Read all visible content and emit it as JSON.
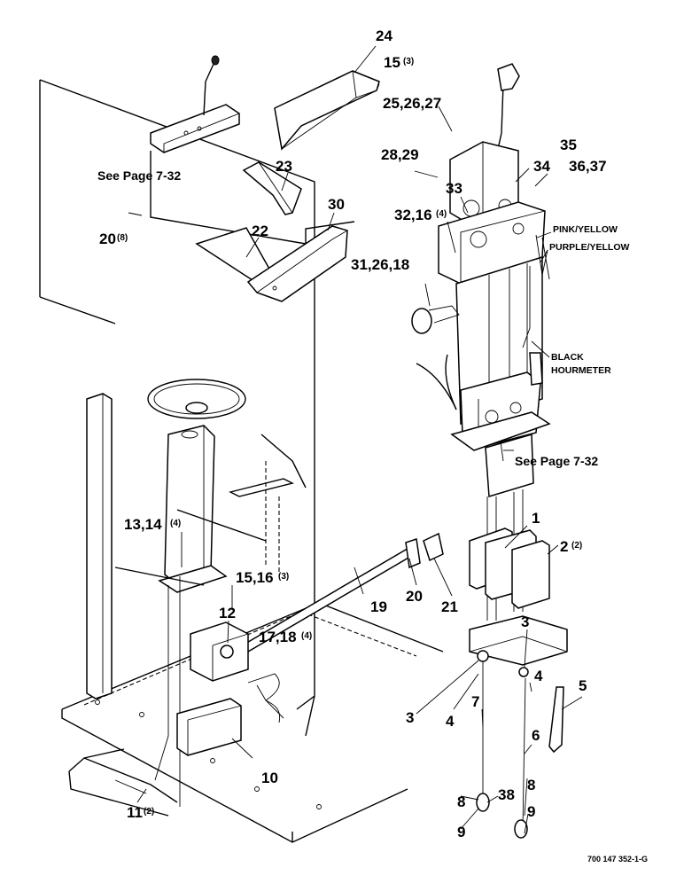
{
  "diagram": {
    "callouts": [
      {
        "id": "c24",
        "text": "24"
      },
      {
        "id": "c15a",
        "text": "15",
        "qty": "(3)"
      },
      {
        "id": "c25",
        "text": "25,26,27"
      },
      {
        "id": "c35",
        "text": "35"
      },
      {
        "id": "c28",
        "text": "28,29"
      },
      {
        "id": "c34",
        "text": "34"
      },
      {
        "id": "c36",
        "text": "36,37"
      },
      {
        "id": "c23",
        "text": "23"
      },
      {
        "id": "c33",
        "text": "33"
      },
      {
        "id": "c30",
        "text": "30"
      },
      {
        "id": "c32",
        "text": "32,16",
        "qty": "(4)"
      },
      {
        "id": "c20a",
        "text": "20",
        "qty": "(8)"
      },
      {
        "id": "c22",
        "text": "22"
      },
      {
        "id": "c31",
        "text": "31,26,18"
      },
      {
        "id": "c1",
        "text": "1"
      },
      {
        "id": "c13",
        "text": "13,14",
        "qty": "(4)"
      },
      {
        "id": "c2",
        "text": "2",
        "qty": "(2)"
      },
      {
        "id": "c15b",
        "text": "15,16",
        "qty": "(3)"
      },
      {
        "id": "c20b",
        "text": "20"
      },
      {
        "id": "c21",
        "text": "21"
      },
      {
        "id": "c19",
        "text": "19"
      },
      {
        "id": "c12",
        "text": "12"
      },
      {
        "id": "c3a",
        "text": "3"
      },
      {
        "id": "c17",
        "text": "17,18",
        "qty": "(4)"
      },
      {
        "id": "c4a",
        "text": "4"
      },
      {
        "id": "c5",
        "text": "5"
      },
      {
        "id": "c3b",
        "text": "3"
      },
      {
        "id": "c7",
        "text": "7"
      },
      {
        "id": "c4b",
        "text": "4"
      },
      {
        "id": "c6",
        "text": "6"
      },
      {
        "id": "c10",
        "text": "10"
      },
      {
        "id": "c8a",
        "text": "8"
      },
      {
        "id": "c38",
        "text": "38"
      },
      {
        "id": "c8b",
        "text": "8"
      },
      {
        "id": "c11",
        "text": "11",
        "qty": "(2)"
      },
      {
        "id": "c9a",
        "text": "9"
      },
      {
        "id": "c9b",
        "text": "9"
      }
    ],
    "page_refs": [
      {
        "id": "r1",
        "text": "See Page 7-32"
      },
      {
        "id": "r2",
        "text": "See Page 7-32"
      }
    ],
    "wire_labels": [
      {
        "id": "w1",
        "text": "PINK/YELLOW"
      },
      {
        "id": "w2",
        "text": "PURPLE/YELLOW"
      },
      {
        "id": "w3",
        "text": "BLACK"
      },
      {
        "id": "w4",
        "text": "HOURMETER"
      }
    ],
    "drawing_code": "700 147 352-1-G"
  }
}
